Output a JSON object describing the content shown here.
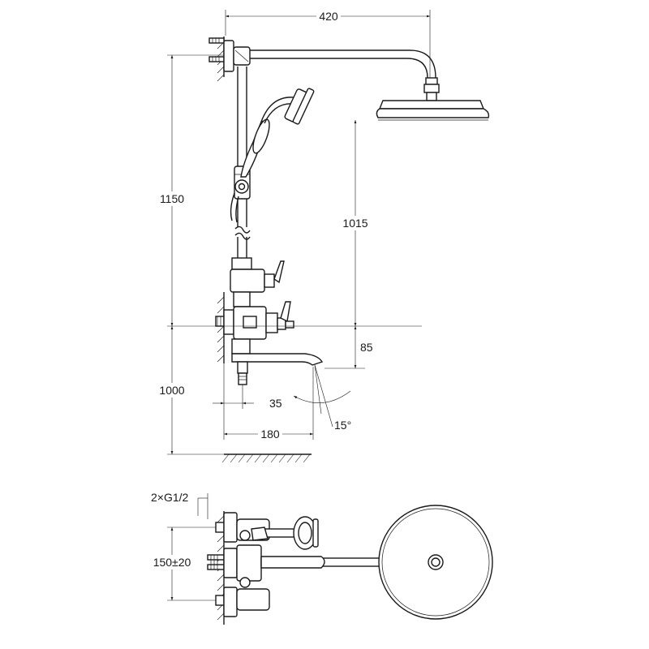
{
  "dimensions": {
    "top_width": "420",
    "column_height": "1150",
    "head_drop": "1015",
    "spout_offset": "85",
    "floor_height": "1000",
    "wall_to_valve": "35",
    "spout_reach": "180",
    "spout_angle": "15°",
    "thread": "2×G1/2",
    "inlet_spacing": "150±20"
  }
}
